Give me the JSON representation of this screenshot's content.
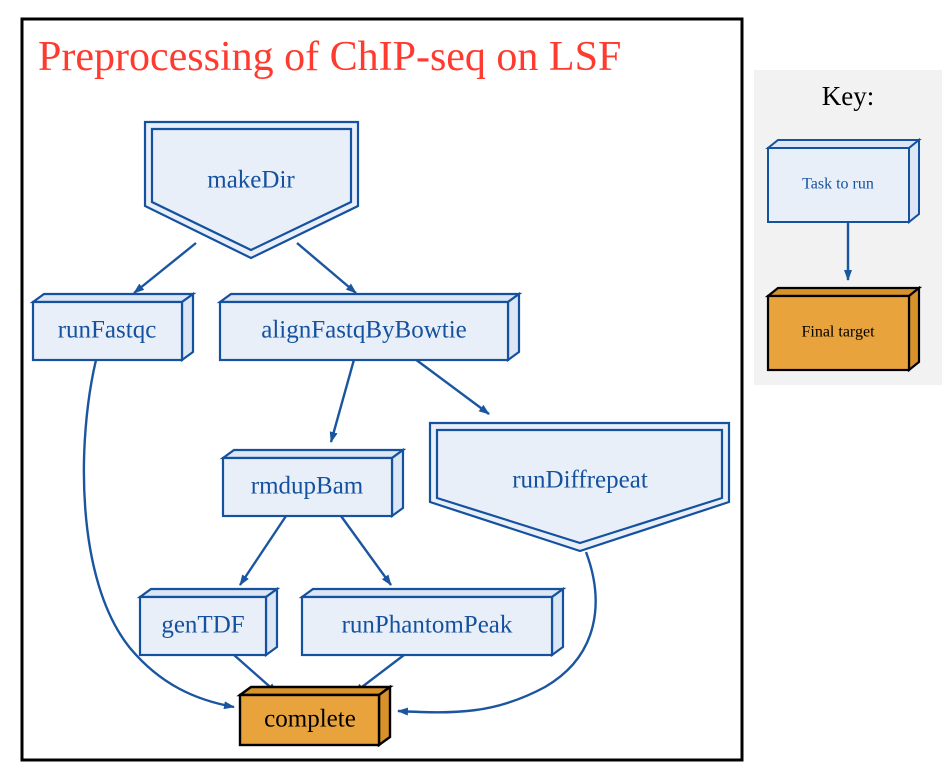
{
  "diagram": {
    "title": "Preprocessing of ChIP-seq on LSF",
    "title_color": "#FF3B30",
    "frame_color": "#000000",
    "background": "#FFFFFF"
  },
  "style": {
    "task_fill": "#E9EFF9",
    "task_stroke": "#14519E",
    "task_text": "#14519E",
    "task_side": "#DCE6F5",
    "target_fill": "#E8A33D",
    "target_stroke": "#000000",
    "target_text": "#000000",
    "target_side": "#D99229",
    "edge_color": "#1A56A0",
    "key_panel_fill": "#F2F2F2"
  },
  "nodes": [
    {
      "id": "makeDir",
      "label": "makeDir",
      "shape": "house-down",
      "kind": "task",
      "font_size": 25
    },
    {
      "id": "runFastqc",
      "label": "runFastqc",
      "shape": "box3d",
      "kind": "task",
      "font_size": 25
    },
    {
      "id": "alignFastqByBowtie",
      "label": "alignFastqByBowtie",
      "shape": "box3d",
      "kind": "task",
      "font_size": 25
    },
    {
      "id": "rmdupBam",
      "label": "rmdupBam",
      "shape": "box3d",
      "kind": "task",
      "font_size": 25
    },
    {
      "id": "runDiffrepeat",
      "label": "runDiffrepeat",
      "shape": "house-down",
      "kind": "task",
      "font_size": 25
    },
    {
      "id": "genTDF",
      "label": "genTDF",
      "shape": "box3d",
      "kind": "task",
      "font_size": 25
    },
    {
      "id": "runPhantomPeak",
      "label": "runPhantomPeak",
      "shape": "box3d",
      "kind": "task",
      "font_size": 25
    },
    {
      "id": "complete",
      "label": "complete",
      "shape": "box3d",
      "kind": "target",
      "font_size": 25
    }
  ],
  "edges": [
    {
      "from": "makeDir",
      "to": "runFastqc"
    },
    {
      "from": "makeDir",
      "to": "alignFastqByBowtie"
    },
    {
      "from": "alignFastqByBowtie",
      "to": "rmdupBam"
    },
    {
      "from": "alignFastqByBowtie",
      "to": "runDiffrepeat"
    },
    {
      "from": "rmdupBam",
      "to": "genTDF"
    },
    {
      "from": "rmdupBam",
      "to": "runPhantomPeak"
    },
    {
      "from": "runFastqc",
      "to": "complete"
    },
    {
      "from": "genTDF",
      "to": "complete"
    },
    {
      "from": "runPhantomPeak",
      "to": "complete"
    },
    {
      "from": "runDiffrepeat",
      "to": "complete"
    }
  ],
  "key": {
    "title": "Key:",
    "task_label": "Task to run",
    "target_label": "Final target",
    "task_font_size": 16,
    "target_font_size": 16
  }
}
